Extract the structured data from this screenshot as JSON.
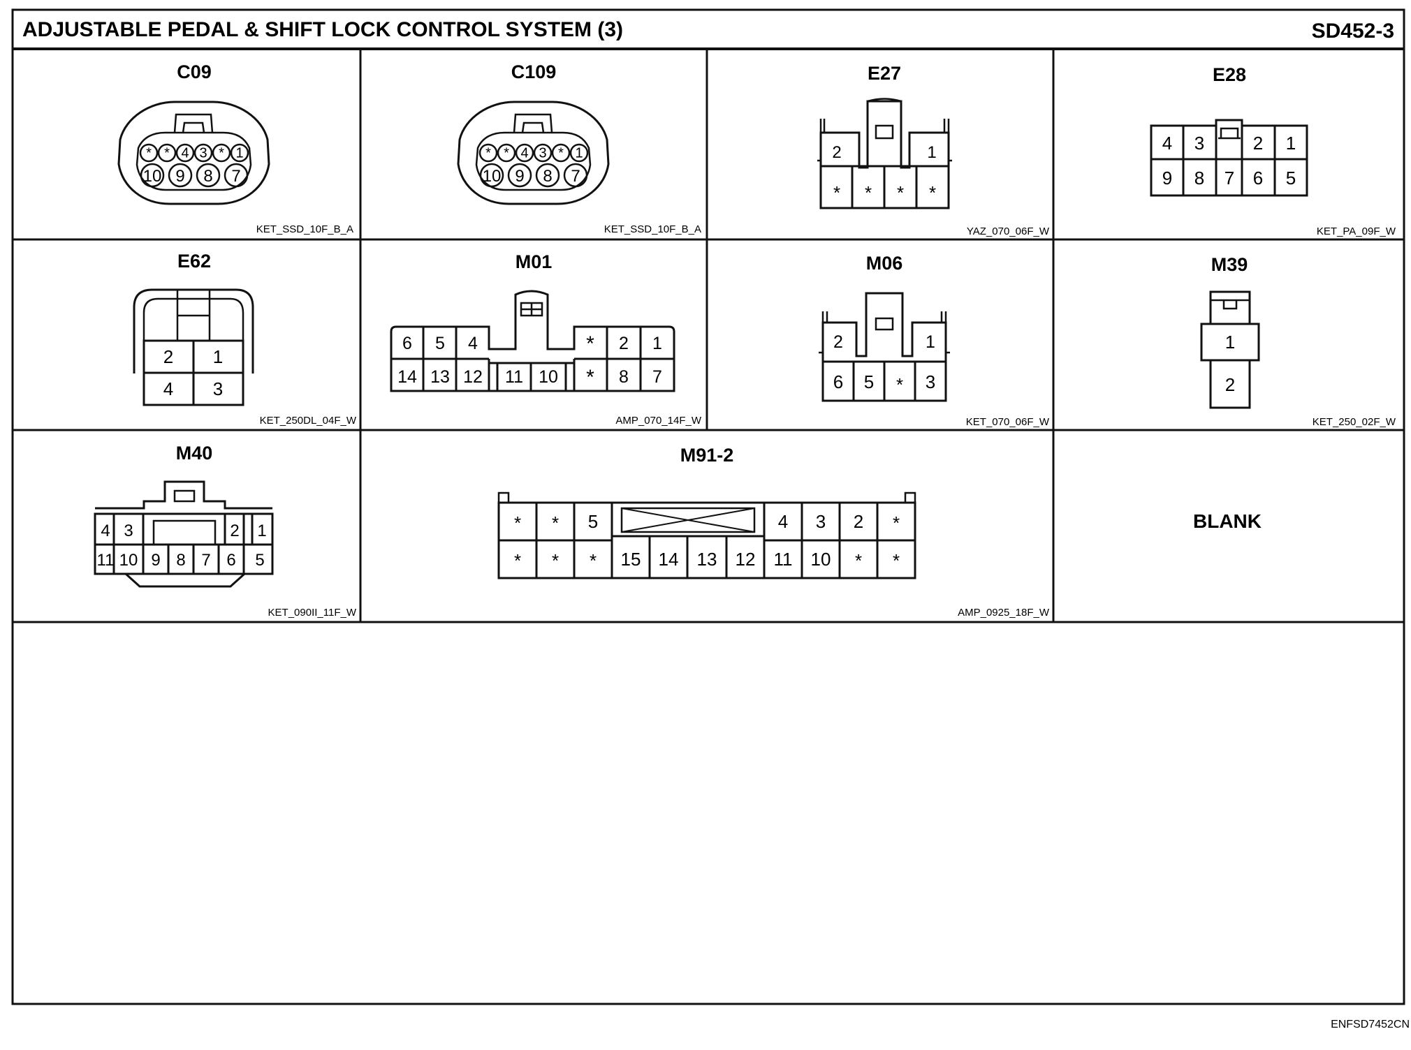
{
  "header": {
    "title": "ADJUSTABLE PEDAL & SHIFT LOCK CONTROL SYSTEM (3)",
    "page_id": "SD452-3"
  },
  "connectors": {
    "c09": {
      "name": "C09",
      "code": "KET_SSD_10F_B_A",
      "pins": [
        "*",
        "*",
        "4",
        "3",
        "*",
        "1",
        "10",
        "9",
        "8",
        "7"
      ]
    },
    "c109": {
      "name": "C109",
      "code": "KET_SSD_10F_B_A",
      "pins": [
        "*",
        "*",
        "4",
        "3",
        "*",
        "1",
        "10",
        "9",
        "8",
        "7"
      ]
    },
    "e27": {
      "name": "E27",
      "code": "YAZ_070_06F_W",
      "pins": [
        "2",
        "1",
        "*",
        "*",
        "*",
        "*"
      ]
    },
    "e28": {
      "name": "E28",
      "code": "KET_PA_09F_W",
      "pins": [
        "4",
        "3",
        "2",
        "1",
        "9",
        "8",
        "7",
        "6",
        "5"
      ]
    },
    "e62": {
      "name": "E62",
      "code": "KET_250DL_04F_W",
      "pins": [
        "2",
        "1",
        "4",
        "3"
      ]
    },
    "m01": {
      "name": "M01",
      "code": "AMP_070_14F_W",
      "pins": [
        "6",
        "5",
        "4",
        "*",
        "2",
        "1",
        "14",
        "13",
        "12",
        "11",
        "10",
        "*",
        "8",
        "7"
      ]
    },
    "m06": {
      "name": "M06",
      "code": "KET_070_06F_W",
      "pins": [
        "2",
        "1",
        "6",
        "5",
        "*",
        "3"
      ]
    },
    "m39": {
      "name": "M39",
      "code": "KET_250_02F_W",
      "pins": [
        "1",
        "2"
      ]
    },
    "m40": {
      "name": "M40",
      "code": "KET_090II_11F_W",
      "pins": [
        "4",
        "3",
        "2",
        "1",
        "11",
        "10",
        "9",
        "8",
        "7",
        "6",
        "5"
      ]
    },
    "m91": {
      "name": "M91-2",
      "code": "AMP_0925_18F_W",
      "pins": [
        "*",
        "*",
        "5",
        "4",
        "3",
        "2",
        "*",
        "*",
        "*",
        "*",
        "15",
        "14",
        "13",
        "12",
        "11",
        "10",
        "*",
        "*"
      ]
    }
  },
  "blank_label": "BLANK",
  "footer": {
    "doc_code": "ENFSD7452CN"
  }
}
